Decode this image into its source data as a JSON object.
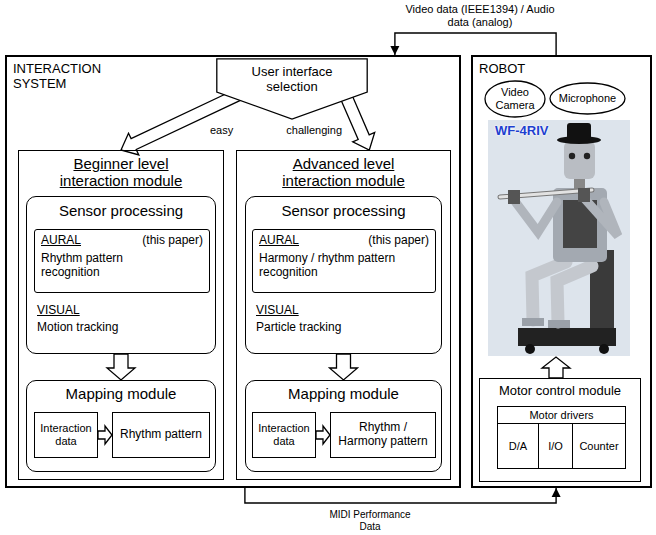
{
  "diagram": {
    "nodes": [
      {
        "text": [
          "INTERACTION SYSTEM"
        ]
      },
      {
        "text": [
          "User interface selection"
        ],
        "in": 0
      },
      {
        "text": [
          "Beginner level interaction module"
        ],
        "in": 0
      },
      {
        "text": [
          "Sensor processing",
          "VISUAL",
          "Motion tracking"
        ],
        "in": 2
      },
      {
        "text": [
          "AURAL",
          "(this paper)",
          "Rhythm pattern recognition"
        ],
        "in": 3
      },
      {
        "text": [
          "Mapping module"
        ],
        "in": 2
      },
      {
        "text": [
          "Interaction data"
        ],
        "in": 5
      },
      {
        "text": [
          "Rhythm pattern"
        ],
        "in": 5
      },
      {
        "text": [
          "Advanced level interaction module"
        ],
        "in": 0
      },
      {
        "text": [
          "Sensor processing",
          "VISUAL",
          "Particle tracking"
        ],
        "in": 8
      },
      {
        "text": [
          "AURAL",
          "(this paper)",
          "Harmony / rhythm pattern recognition"
        ],
        "in": 9
      },
      {
        "text": [
          "Mapping module"
        ],
        "in": 8
      },
      {
        "text": [
          "Interaction data"
        ],
        "in": 11
      },
      {
        "text": [
          "Rhythm / Harmony pattern"
        ],
        "in": 11
      },
      {
        "text": [
          "ROBOT"
        ]
      },
      {
        "text": [
          "Video Camera"
        ],
        "in": 14
      },
      {
        "text": [
          "Microphone"
        ],
        "in": 14
      },
      {
        "text": [
          "Motor control module"
        ],
        "in": 14
      },
      {
        "text": [
          "Motor drivers"
        ],
        "in": 17
      },
      {
        "text": [
          "D/A"
        ],
        "in": 17
      },
      {
        "text": [
          "I/O"
        ],
        "in": 17
      },
      {
        "text": [
          "Counter"
        ],
        "in": 17
      }
    ],
    "edges": [
      {
        "from": 14,
        "to": 0,
        "arrow": "to",
        "label": "Video data (IEEE1394) / Audio data (analog)"
      },
      {
        "from": 1,
        "to": 2,
        "arrow": "to",
        "label": "easy"
      },
      {
        "from": 1,
        "to": 8,
        "arrow": "to",
        "label": "challenging"
      },
      {
        "from": 3,
        "to": 5,
        "arrow": "to"
      },
      {
        "from": 6,
        "to": 7,
        "arrow": "to"
      },
      {
        "from": 9,
        "to": 11,
        "arrow": "to"
      },
      {
        "from": 12,
        "to": 13,
        "arrow": "to"
      },
      {
        "from": 0,
        "to": 14,
        "arrow": "to",
        "label": "MIDI Performance Data"
      }
    ],
    "labels": [
      "WF-4RIV"
    ]
  }
}
